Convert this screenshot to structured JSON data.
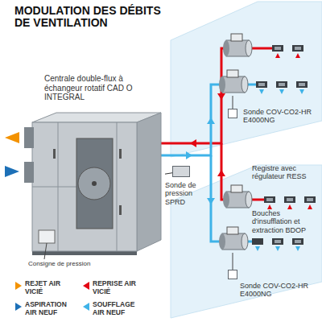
{
  "diagram": {
    "title": "MODULATION DES DÉBITS DE VENTILATION",
    "nodes": [
      {
        "text": [
          "Centrale double-flux à échangeur rotatif CAD O INTEGRAL"
        ]
      },
      {
        "text": [
          "Sonde de pression SPRD"
        ]
      },
      {
        "text": [
          "Sonde COV-CO2-HR E4000NG"
        ]
      },
      {
        "text": [
          "Registre avec régulateur RESS"
        ]
      },
      {
        "text": [
          "Bouches d'insufflation et extraction BDOP"
        ]
      },
      {
        "text": [
          "Sonde COV-CO2-HR E4000NG"
        ]
      }
    ],
    "edges": [
      {
        "from": 1,
        "to": 0,
        "arrow": "none"
      }
    ],
    "labels": [
      "Consigne de pression"
    ],
    "legend": [
      {
        "text": "REJET AIR VICIÉ",
        "color": "#f39200"
      },
      {
        "text": "REPRISE AIR VICIÉ",
        "color": "#e30613"
      },
      {
        "text": "ASPIRATION AIR NEUF",
        "color": "#1d70b7"
      },
      {
        "text": "SOUFFLAGE AIR NEUF",
        "color": "#3fb3e8"
      }
    ]
  }
}
